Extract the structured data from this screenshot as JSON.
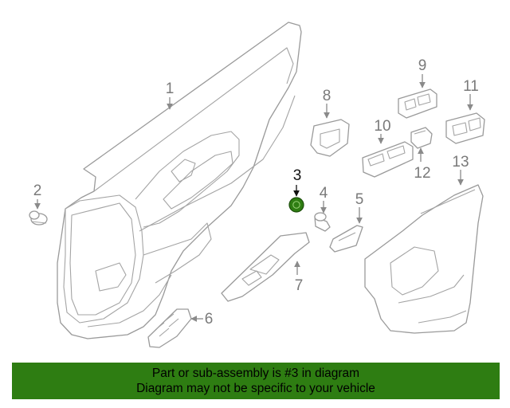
{
  "callouts": [
    "1",
    "2",
    "3",
    "4",
    "5",
    "6",
    "7",
    "8",
    "9",
    "10",
    "11",
    "12",
    "13"
  ],
  "highlight_color": "#2e7d12",
  "banner": {
    "line1": "Part or sub-assembly is #3 in diagram",
    "line2": "Diagram may not be specific to your vehicle",
    "background": "#2e7d12"
  }
}
